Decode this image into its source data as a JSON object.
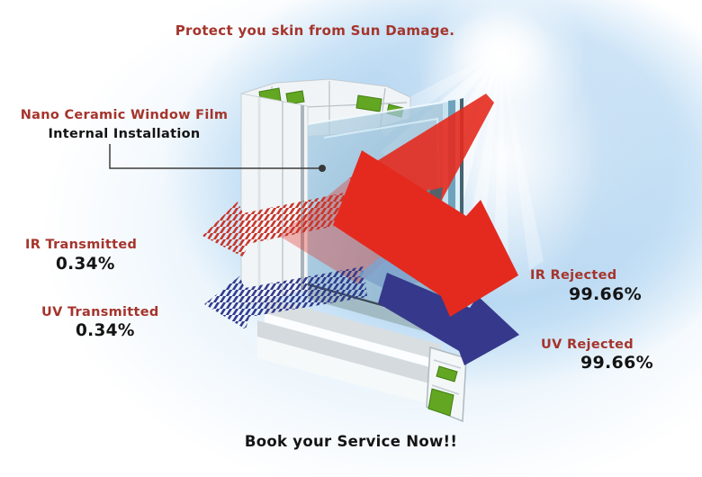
{
  "title": "Protect you skin from Sun Damage.",
  "film_label": {
    "line1": "Nano Ceramic Window Film",
    "line2": "Internal Installation"
  },
  "ir_transmitted": {
    "label": "IR Transmitted",
    "value": "0.34%"
  },
  "uv_transmitted": {
    "label": "UV Transmitted",
    "value": "0.34%"
  },
  "ir_rejected": {
    "label": "IR Rejected",
    "value": "99.66%"
  },
  "uv_rejected": {
    "label": "UV Rejected",
    "value": "99.66%"
  },
  "footer": "Book your Service Now!!",
  "colors": {
    "heading_red": "#A5342C",
    "value_black": "#141414",
    "ir_red": "#E42A1E",
    "ir_hatch": "#C8362B",
    "uv_navy": "#36398B",
    "uv_hatch": "#323B8C",
    "uv_steel": "#7FA2CB",
    "glass_blue": "#9CC0D6",
    "frame_green": "#62A622",
    "sky_blue": "#A9CFEF"
  }
}
